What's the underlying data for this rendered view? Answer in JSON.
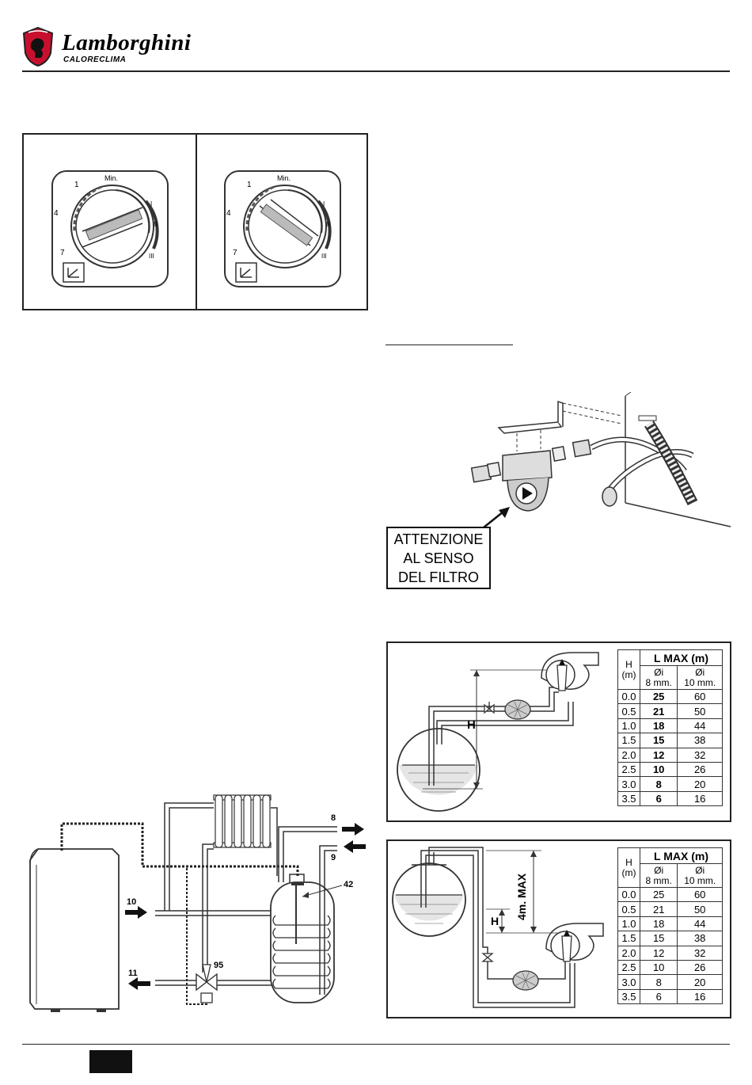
{
  "header": {
    "brand": "Lamborghini",
    "sub_brand": "CALORECLIMA",
    "accent_color": "#c8102e"
  },
  "dials": {
    "min_label": "Min.",
    "left_scale": [
      "1",
      "4",
      "7"
    ],
    "right_scale": [
      "I",
      "II",
      "III"
    ]
  },
  "filter": {
    "warning_lines": [
      "ATTENZIONE",
      "AL SENSO",
      "DEL FILTRO"
    ]
  },
  "table1": {
    "h_label": "H",
    "h_unit": "(m)",
    "title": "L MAX (m)",
    "col1_top": "Øi",
    "col1_bottom": "8 mm.",
    "col2_top": "Øi",
    "col2_bottom": "10 mm.",
    "rows": [
      [
        "0.0",
        "25",
        "60"
      ],
      [
        "0.5",
        "21",
        "50"
      ],
      [
        "1.0",
        "18",
        "44"
      ],
      [
        "1.5",
        "15",
        "38"
      ],
      [
        "2.0",
        "12",
        "32"
      ],
      [
        "2.5",
        "10",
        "26"
      ],
      [
        "3.0",
        "8",
        "20"
      ],
      [
        "3.5",
        "6",
        "16"
      ]
    ],
    "diagram_label": "H"
  },
  "table2": {
    "h_label": "H",
    "h_unit": "(m)",
    "title": "L MAX (m)",
    "col1_top": "Øi",
    "col1_bottom": "8 mm.",
    "col2_top": "Øi",
    "col2_bottom": "10 mm.",
    "rows": [
      [
        "0.0",
        "25",
        "60"
      ],
      [
        "0.5",
        "21",
        "50"
      ],
      [
        "1.0",
        "18",
        "44"
      ],
      [
        "1.5",
        "15",
        "38"
      ],
      [
        "2.0",
        "12",
        "32"
      ],
      [
        "2.5",
        "10",
        "26"
      ],
      [
        "3.0",
        "8",
        "20"
      ],
      [
        "3.5",
        "6",
        "16"
      ]
    ],
    "diagram_label_h": "H",
    "diagram_label_max": "4m. MAX"
  },
  "boiler": {
    "labels": {
      "l8": "8",
      "l9": "9",
      "l10": "10",
      "l11": "11",
      "l42": "42",
      "l95": "95"
    }
  }
}
